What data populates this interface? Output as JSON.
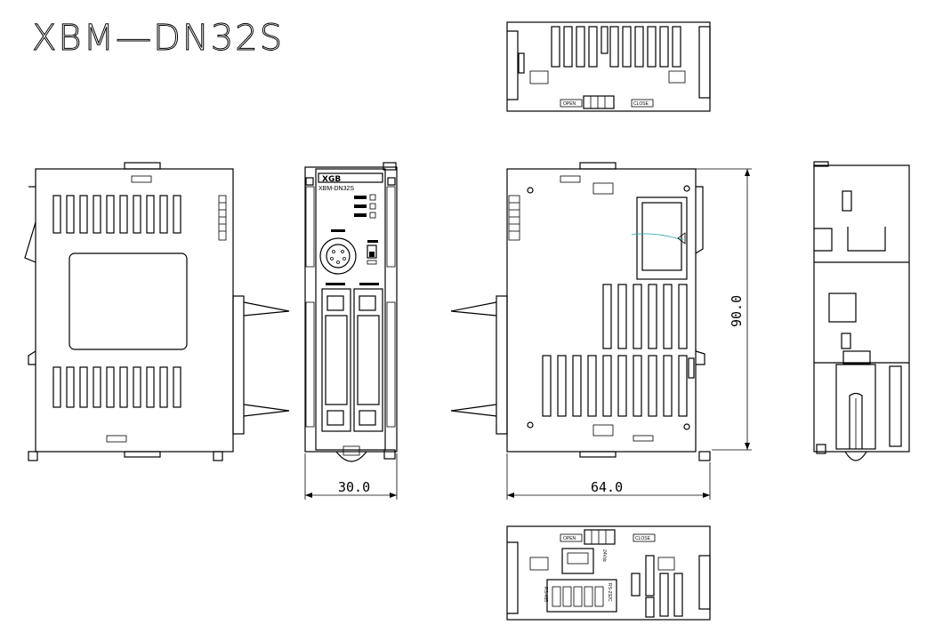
{
  "title": "XBM—DN32S",
  "front_panel": {
    "brand": "XGB",
    "model": "XBM-DN32S"
  },
  "dimensions": {
    "width_front": "30.0",
    "width_side": "64.0",
    "height_side": "90.0"
  },
  "labels": {
    "top_open": "OPEN",
    "top_close": "CLOSE",
    "bottom_open": "OPEN",
    "bottom_close": "CLOSE",
    "power": "24Vdc",
    "rs485": "RS-485",
    "rs232": "RS-232C"
  }
}
